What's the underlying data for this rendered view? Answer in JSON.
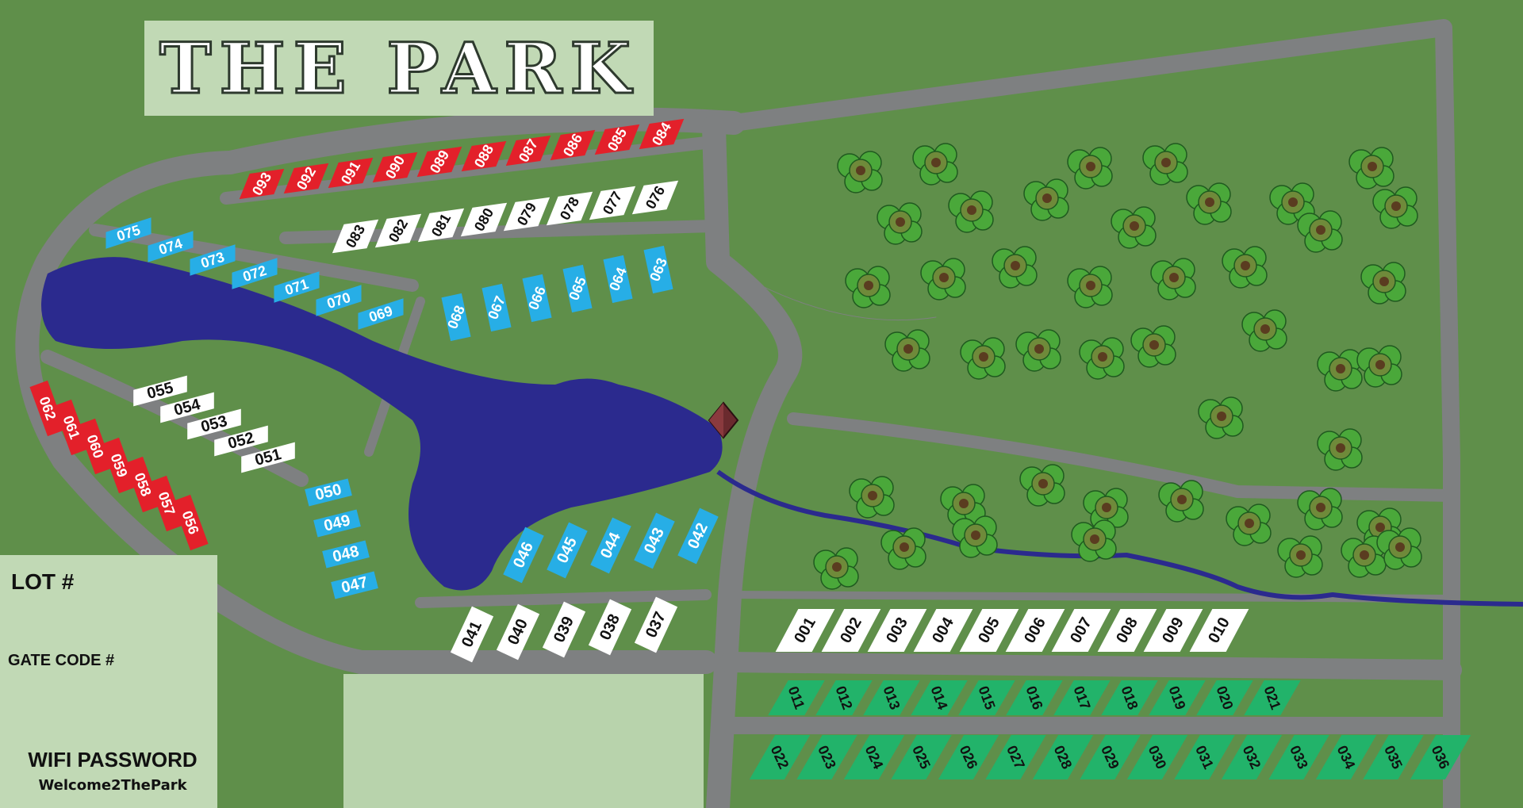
{
  "title": "THE PARK",
  "info_panel": {
    "lot_label": "LOT #",
    "gate_code_label": "GATE CODE #",
    "wifi_label": "WIFI PASSWORD",
    "wifi_password": "Welcome2ThePark"
  },
  "colors": {
    "grass": "#5f8f4a",
    "road": "#7e8081",
    "lake": "#2b2a8e",
    "panel": "#c1d9b5",
    "red_lot": "#e3202a",
    "blue_lot": "#27aee6",
    "white_lot": "#ffffff",
    "green_lot": "#22b36a"
  },
  "lot_groups": [
    {
      "name": "row-084-093",
      "color": "red",
      "lots": [
        "093",
        "092",
        "091",
        "090",
        "089",
        "088",
        "087",
        "086",
        "085",
        "084"
      ]
    },
    {
      "name": "row-076-083",
      "color": "white",
      "lots": [
        "083",
        "082",
        "081",
        "080",
        "079",
        "078",
        "077",
        "076"
      ]
    },
    {
      "name": "row-069-075",
      "color": "blue",
      "lots": [
        "075",
        "074",
        "073",
        "072",
        "071",
        "070",
        "069"
      ]
    },
    {
      "name": "row-063-068",
      "color": "blue",
      "lots": [
        "068",
        "067",
        "066",
        "065",
        "064",
        "063"
      ]
    },
    {
      "name": "row-051-055",
      "color": "white",
      "lots": [
        "055",
        "054",
        "053",
        "052",
        "051"
      ]
    },
    {
      "name": "row-056-062",
      "color": "red",
      "lots": [
        "062",
        "061",
        "060",
        "059",
        "058",
        "057",
        "056"
      ]
    },
    {
      "name": "row-047-050",
      "color": "blue",
      "lots": [
        "050",
        "049",
        "048",
        "047"
      ]
    },
    {
      "name": "row-042-046",
      "color": "blue",
      "lots": [
        "046",
        "045",
        "044",
        "043",
        "042"
      ]
    },
    {
      "name": "row-037-041",
      "color": "white",
      "lots": [
        "041",
        "040",
        "039",
        "038",
        "037"
      ]
    },
    {
      "name": "row-001-010",
      "color": "white",
      "lots": [
        "001",
        "002",
        "003",
        "004",
        "005",
        "006",
        "007",
        "008",
        "009",
        "010"
      ]
    },
    {
      "name": "row-011-021",
      "color": "green",
      "lots": [
        "011",
        "012",
        "013",
        "014",
        "015",
        "016",
        "017",
        "018",
        "019",
        "020",
        "021"
      ]
    },
    {
      "name": "row-022-036",
      "color": "green",
      "lots": [
        "022",
        "023",
        "024",
        "025",
        "026",
        "027",
        "028",
        "029",
        "030",
        "031",
        "032",
        "033",
        "034",
        "035",
        "036"
      ]
    }
  ],
  "features": {
    "lake": "lake",
    "creek": "creek",
    "pavilion": "pavilion-roof-icon",
    "trees": "tree-icon"
  }
}
